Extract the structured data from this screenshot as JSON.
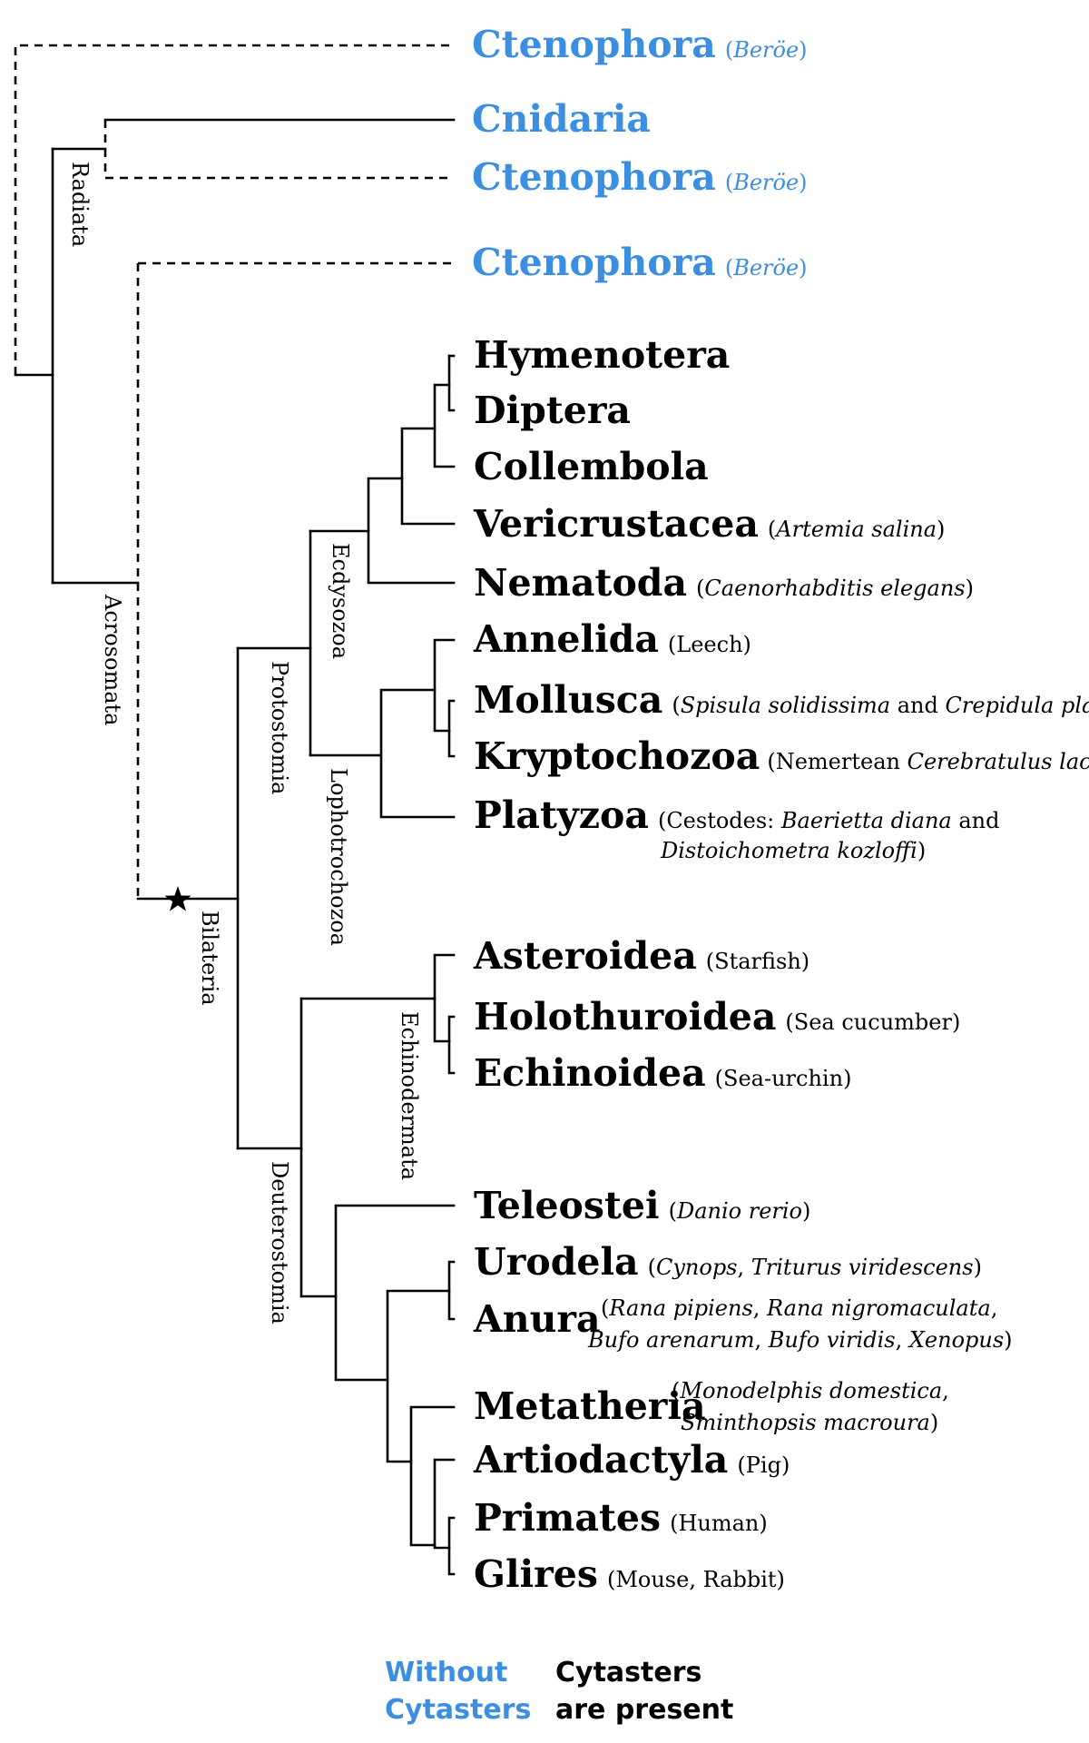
{
  "taxa": {
    "ctenophora_1": {
      "name": "Ctenophora",
      "note": "Beröe"
    },
    "cnidaria": {
      "name": "Cnidaria"
    },
    "ctenophora_2": {
      "name": "Ctenophora",
      "note": "Beröe"
    },
    "ctenophora_3": {
      "name": "Ctenophora",
      "note": "Beröe"
    },
    "hymenotera": {
      "name": "Hymenotera"
    },
    "diptera": {
      "name": "Diptera"
    },
    "collembola": {
      "name": "Collembola"
    },
    "vericrustacea": {
      "name": "Vericrustacea",
      "note": "Artemia salina"
    },
    "nematoda": {
      "name": "Nematoda",
      "note": "Caenorhabditis elegans"
    },
    "annelida": {
      "name": "Annelida",
      "note": "Leech"
    },
    "mollusca": {
      "name": "Mollusca",
      "note_a": "Spisula solidissima",
      "note_and": " and ",
      "note_b": "Crepidula plana"
    },
    "kryptochozoa": {
      "name": "Kryptochozoa",
      "note_a": "Nemertean ",
      "note_b": "Cerebratulus lacteus"
    },
    "platyzoa": {
      "name": "Platyzoa",
      "note_a": "Cestodes: ",
      "note_b": "Baerietta diana",
      "note_and": " and",
      "note_c": "Distoichometra kozloffi"
    },
    "asteroidea": {
      "name": "Asteroidea",
      "note": "Starfish"
    },
    "holothuroidea": {
      "name": "Holothuroidea",
      "note": "Sea cucumber"
    },
    "echinoidea": {
      "name": "Echinoidea",
      "note": "Sea-urchin"
    },
    "teleostei": {
      "name": "Teleostei",
      "note": "Danio rerio"
    },
    "urodela": {
      "name": "Urodela",
      "note_a": "Cynops",
      "note_b": "Triturus viridescens"
    },
    "anura": {
      "name": "Anura",
      "line1_a": "Rana pipiens",
      "line1_b": "Rana nigromaculata",
      "line2_a": "Bufo arenarum",
      "line2_b": "Bufo viridis",
      "line2_c": "Xenopus"
    },
    "metatheria": {
      "name": "Metatheria",
      "note_a": "Monodelphis domestica",
      "note_b": "Sminthopsis macroura"
    },
    "artiodactyla": {
      "name": "Artiodactyla",
      "note": "Pig"
    },
    "primates": {
      "name": "Primates",
      "note": "Human"
    },
    "glires": {
      "name": "Glires",
      "note": "Mouse, Rabbit"
    }
  },
  "clades": {
    "radiata": "Radiata",
    "acrosomata": "Acrosomata",
    "protostomia": "Protostomia",
    "bilateria": "Bilateria",
    "ecdysozoa": "Ecdysozoa",
    "lophotrochozoa": "Lophotrochozoa",
    "echinodermata": "Echinodermata",
    "deuterostomia": "Deuterostomia"
  },
  "legend": {
    "without_line1": "Without",
    "without_line2": "Cytasters",
    "present_line1": "Cytasters",
    "present_line2": "are present"
  },
  "colors": {
    "without_cytasters": "#3b8ee0",
    "cytasters_present": "#000000"
  },
  "markers": {
    "bilateria_origin": "star-icon"
  }
}
